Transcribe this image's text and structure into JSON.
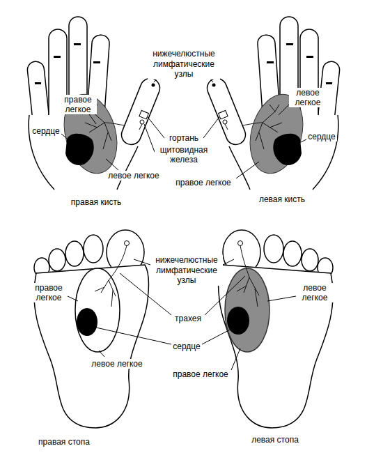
{
  "diagram": {
    "labels": [
      "нижечелюстные лимфатические узлы",
      "правое легкое",
      "сердце",
      "гортань",
      "щитовидная железа",
      "левое легкое",
      "левое легкое",
      "сердце",
      "правое легкое",
      "правая кисть",
      "левая кисть",
      "нижечелюстные лимфатические узлы",
      "правое легкое",
      "трахея",
      "левое легкое",
      "сердце",
      "левое легкое",
      "правое легкое",
      "правая стопа",
      "левая стопа"
    ]
  }
}
